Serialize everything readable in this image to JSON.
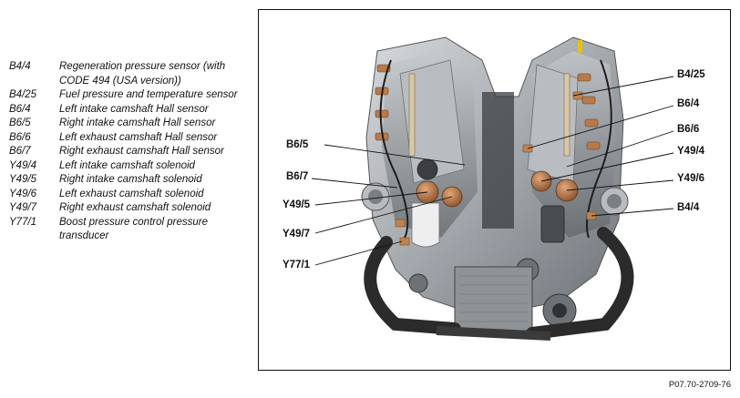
{
  "legend": {
    "items": [
      {
        "code": "B4/4",
        "desc": "Regeneration pressure sensor (with CODE 494 (USA version))"
      },
      {
        "code": "B4/25",
        "desc": "Fuel pressure and temperature sensor"
      },
      {
        "code": "B6/4",
        "desc": "Left intake camshaft Hall sensor"
      },
      {
        "code": "B6/5",
        "desc": "Right intake camshaft Hall sensor"
      },
      {
        "code": "B6/6",
        "desc": "Left exhaust camshaft Hall sensor"
      },
      {
        "code": "B6/7",
        "desc": "Right exhaust camshaft Hall sensor"
      },
      {
        "code": "Y49/4",
        "desc": "Left intake camshaft solenoid"
      },
      {
        "code": "Y49/5",
        "desc": "Right intake camshaft solenoid"
      },
      {
        "code": "Y49/6",
        "desc": "Left exhaust camshaft solenoid"
      },
      {
        "code": "Y49/7",
        "desc": "Right exhaust camshaft solenoid"
      },
      {
        "code": "Y77/1",
        "desc": "Boost pressure control pressure transducer"
      }
    ]
  },
  "callouts": {
    "b6_5": "B6/5",
    "b6_7": "B6/7",
    "y49_5": "Y49/5",
    "y49_7": "Y49/7",
    "y77_1": "Y77/1",
    "b4_25": "B4/25",
    "b6_4": "B6/4",
    "b6_6": "B6/6",
    "y49_4": "Y49/4",
    "y49_6": "Y49/6",
    "b4_4": "B4/4"
  },
  "figure_ref": "P07.70-2709-76",
  "colors": {
    "engine_metal": "#9aa0a6",
    "component_copper": "#b87a4b",
    "turbo_pipe": "#2b2b2b"
  }
}
